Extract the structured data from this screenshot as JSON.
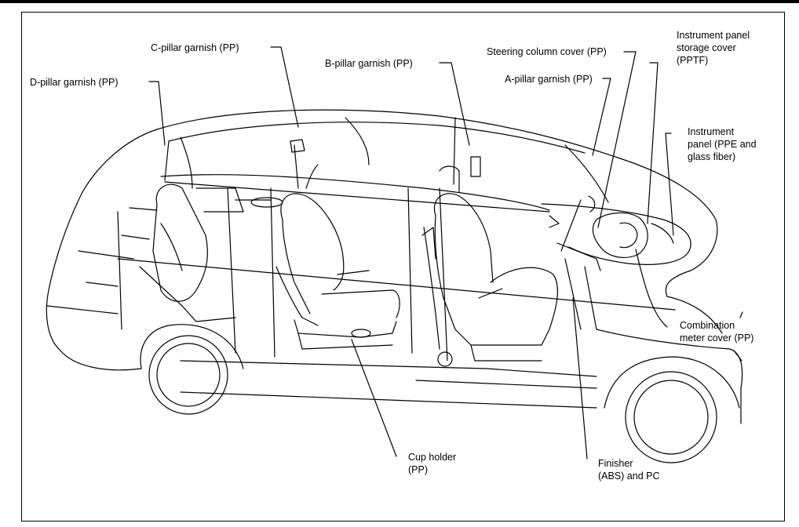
{
  "colors": {
    "line": "#000000",
    "background": "#ffffff"
  },
  "labels": {
    "c_pillar": "C-pillar garnish (PP)",
    "d_pillar": "D-pillar garnish (PP)",
    "b_pillar": "B-pillar garnish (PP)",
    "steering_column": "Steering column cover (PP)",
    "a_pillar": "A-pillar garnish (PP)",
    "ip_storage_line1": "Instrument panel",
    "ip_storage_line2": "storage cover",
    "ip_storage_line3": "(PPTF)",
    "ip_line1": "Instrument",
    "ip_line2": "panel (PPE and",
    "ip_line3": "glass fiber)",
    "combination_line1": "Combination",
    "combination_line2": "meter cover (PP)",
    "cup_holder_line1": "Cup holder",
    "cup_holder_line2": "(PP)",
    "finisher_line1": "Finisher",
    "finisher_line2": "(ABS) and PC"
  }
}
